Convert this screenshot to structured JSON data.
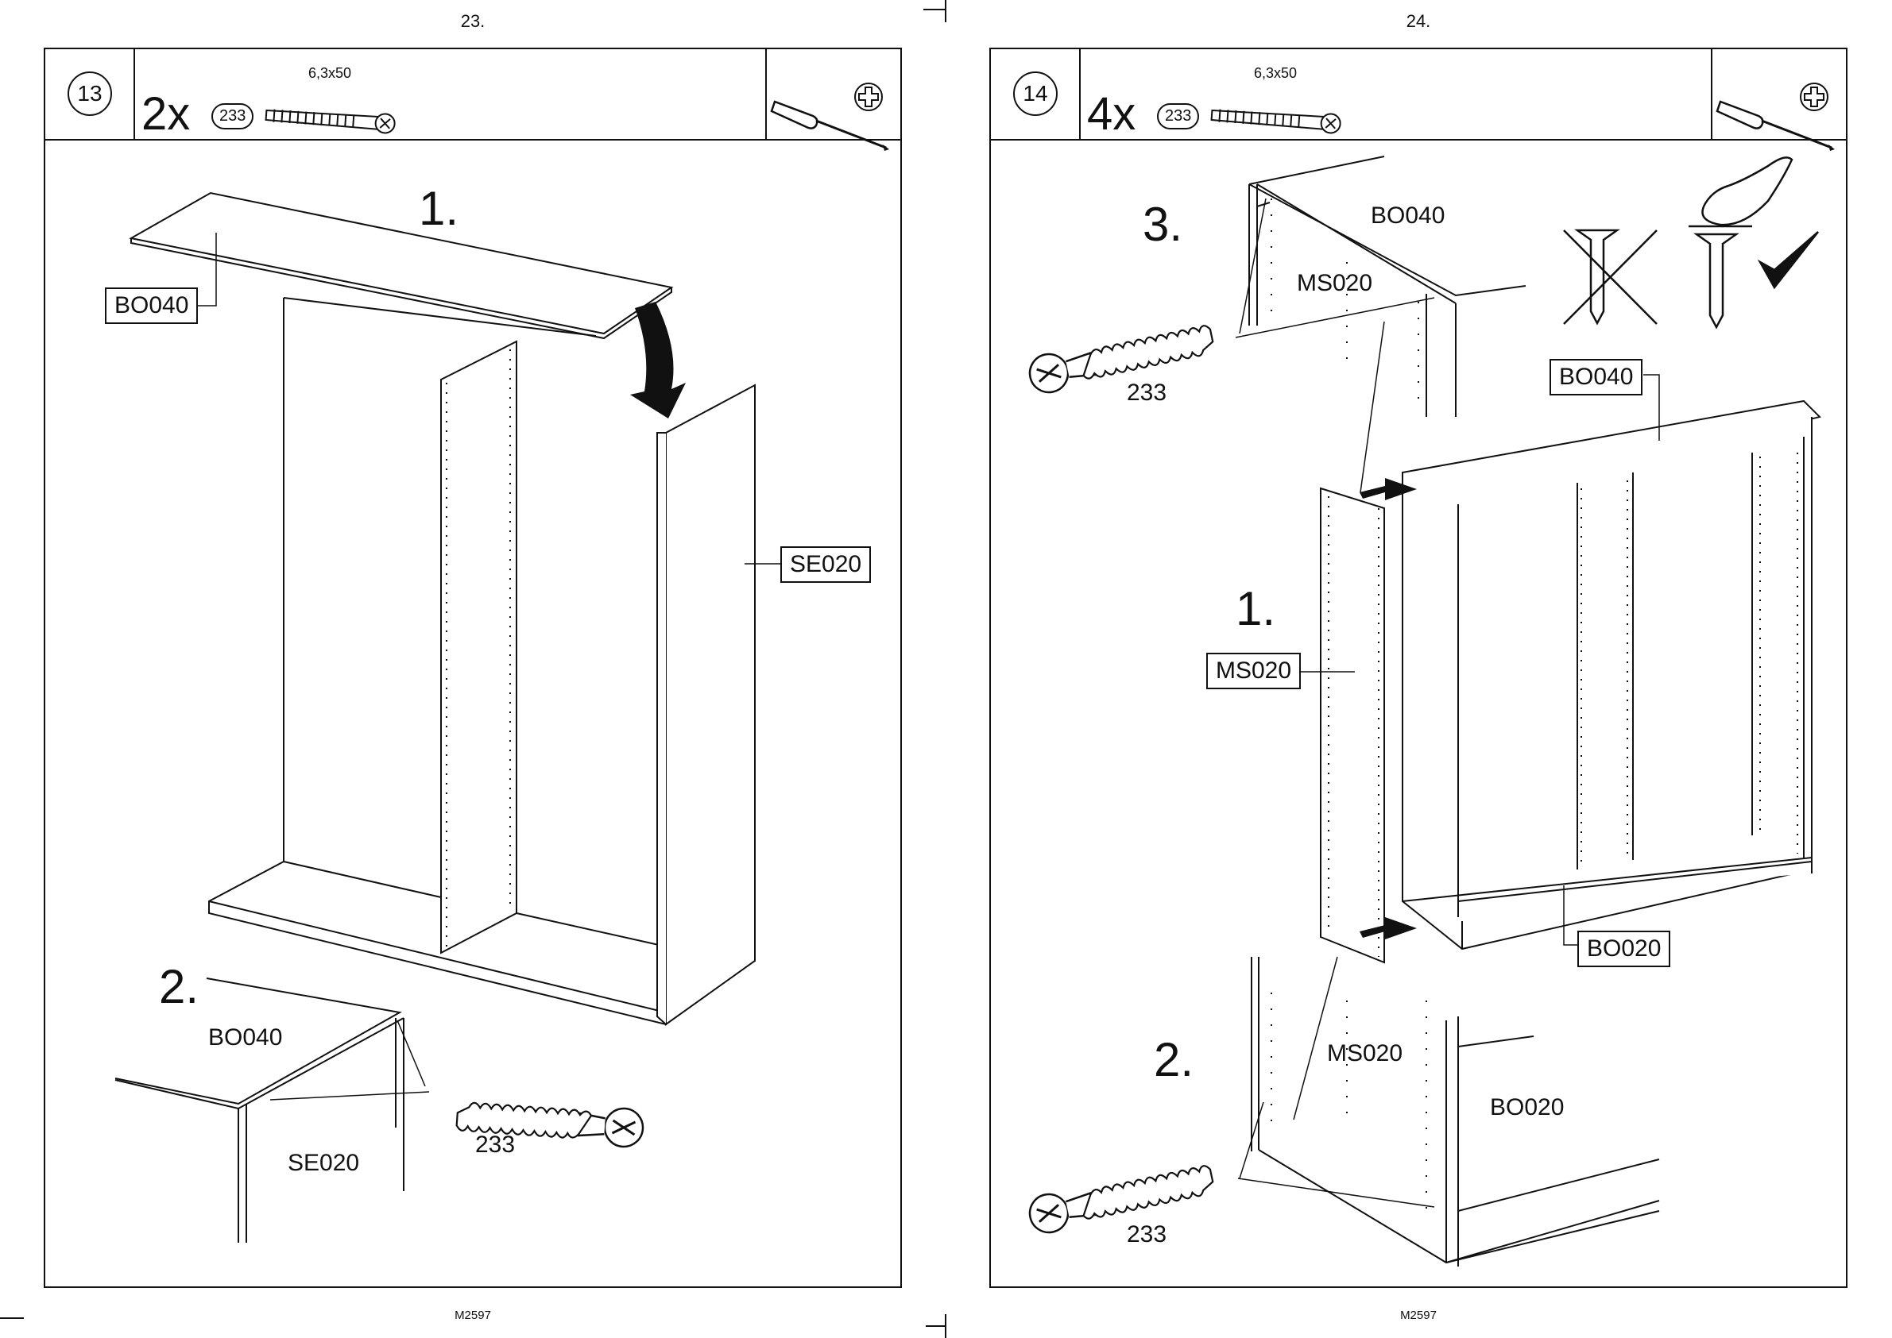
{
  "pages": [
    {
      "page_number": "23.",
      "code": "M2597",
      "step": "13",
      "quantity": "2x",
      "part_number": "233",
      "screw_size": "6,3x50",
      "substeps": [
        "1.",
        "2."
      ],
      "labels": {
        "top_board": "BO040",
        "side_panel": "SE020",
        "detail_top": "BO040",
        "detail_side": "SE020",
        "detail_screw": "233"
      }
    },
    {
      "page_number": "24.",
      "code": "M2597",
      "step": "14",
      "quantity": "4x",
      "part_number": "233",
      "screw_size": "6,3x50",
      "substeps": [
        "1.",
        "2.",
        "3."
      ],
      "labels": {
        "detail3_top": "BO040",
        "detail3_mid": "MS020",
        "detail3_screw": "233",
        "main_top": "BO040",
        "main_mid": "MS020",
        "main_bottom": "BO020",
        "detail2_mid": "MS020",
        "detail2_bottom": "BO020",
        "detail2_screw": "233"
      }
    }
  ],
  "icons": [
    "screwdriver-icon",
    "phillips-head-icon",
    "screw-icon",
    "arrow-icon",
    "hand-icon",
    "cross-mark-icon",
    "check-mark-icon"
  ]
}
